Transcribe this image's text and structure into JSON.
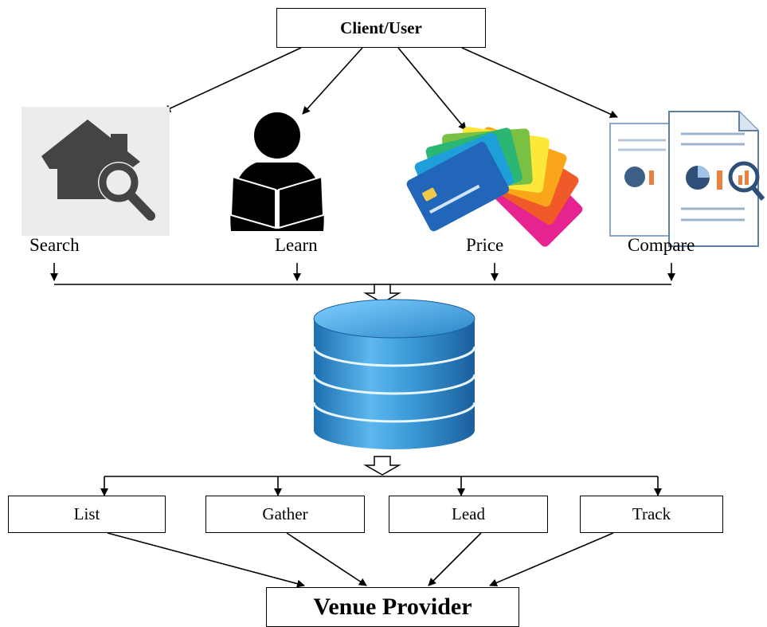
{
  "top": {
    "label": "Client/User"
  },
  "actions": [
    {
      "label": "Search",
      "icon": "house-search-icon"
    },
    {
      "label": "Learn",
      "icon": "person-reading-icon"
    },
    {
      "label": "Price",
      "icon": "credit-cards-icon"
    },
    {
      "label": "Compare",
      "icon": "documents-compare-icon"
    }
  ],
  "center_icon": "database-icon",
  "provider_actions": [
    {
      "label": "List"
    },
    {
      "label": "Gather"
    },
    {
      "label": "Lead"
    },
    {
      "label": "Track"
    }
  ],
  "bottom": {
    "label": "Venue Provider"
  },
  "colors": {
    "line": "#000000",
    "database": "#2f8fd0",
    "house_bg": "#ececef",
    "house_icon": "#444444"
  }
}
